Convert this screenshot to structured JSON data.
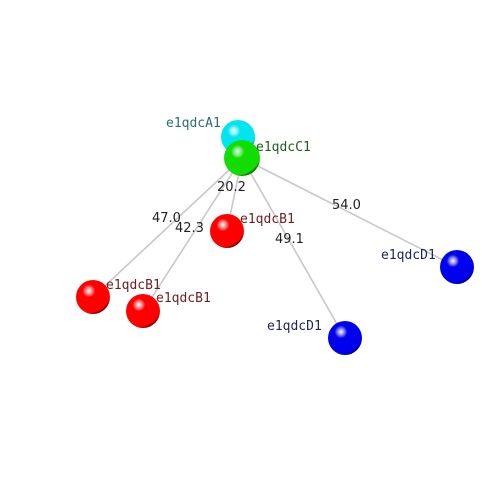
{
  "colors": {
    "background": "#ffffff",
    "edge": "#c8c8c8",
    "edge_label": "#222222",
    "cyan": "#00e5f0",
    "green": "#11dd00",
    "red": "#ff0000",
    "blue": "#0000ee",
    "label_cyan": "#2a6f73",
    "label_green": "#1f5f1f",
    "label_red": "#6e1e1e",
    "label_blue": "#23235f"
  },
  "nodes": [
    {
      "id": "n_a1",
      "label": "e1qdcA1",
      "color": "cyan"
    },
    {
      "id": "n_c1",
      "label": "e1qdcC1",
      "color": "green"
    },
    {
      "id": "n_b1_mid",
      "label": "e1qdcB1",
      "color": "red"
    },
    {
      "id": "n_b1_left",
      "label": "e1qdcB1",
      "color": "red"
    },
    {
      "id": "n_b1_low",
      "label": "e1qdcB1",
      "color": "red"
    },
    {
      "id": "n_d1_right",
      "label": "e1qdcD1",
      "color": "blue"
    },
    {
      "id": "n_d1_low",
      "label": "e1qdcD1",
      "color": "blue"
    }
  ],
  "edges": [
    {
      "from": "n_c1",
      "to": "n_b1_mid",
      "label": "20.2"
    },
    {
      "from": "n_c1",
      "to": "n_b1_left",
      "label": "47.0"
    },
    {
      "from": "n_c1",
      "to": "n_b1_low",
      "label": "42.3"
    },
    {
      "from": "n_c1",
      "to": "n_d1_low",
      "label": "49.1"
    },
    {
      "from": "n_c1",
      "to": "n_d1_right",
      "label": "54.0"
    }
  ]
}
